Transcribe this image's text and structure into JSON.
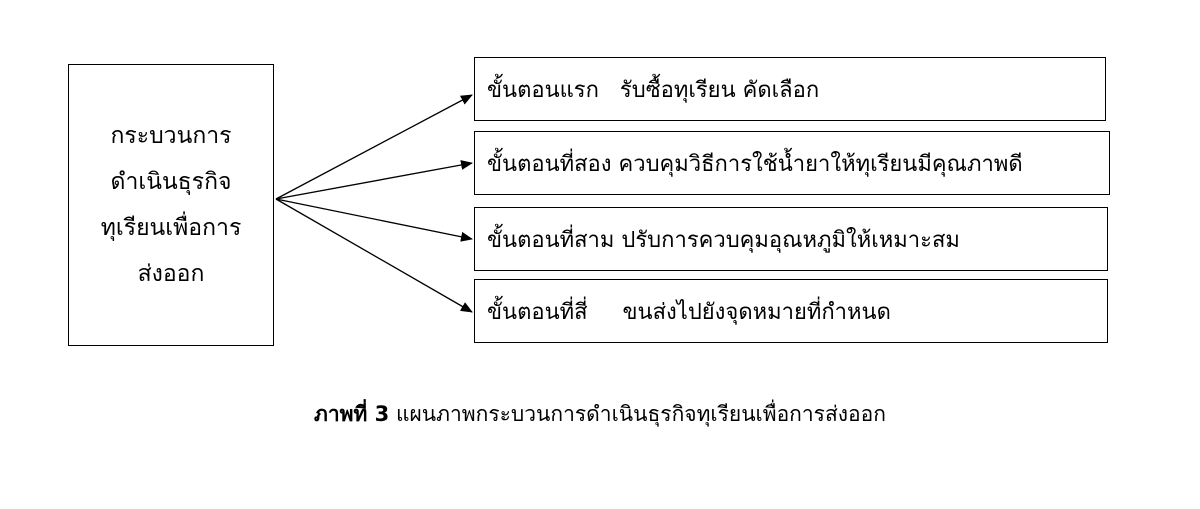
{
  "source": {
    "lines": [
      "กระบวนการ",
      "ดำเนินธุรกิจ",
      "ทุเรียนเพื่อการ",
      "ส่งออก"
    ]
  },
  "steps": [
    {
      "text": "ขั้นตอนแรก   รับซื้อทุเรียน คัดเลือก"
    },
    {
      "text": "ขั้นตอนที่สอง ควบคุมวิธีการใช้น้ำยาให้ทุเรียนมีคุณภาพดี"
    },
    {
      "text": "ขั้นตอนที่สาม ปรับการควบคุมอุณหภูมิให้เหมาะสม"
    },
    {
      "text": "ขั้นตอนที่สี่     ขนส่งไปยังจุดหมายที่กำหนด"
    }
  ],
  "caption": {
    "label": "ภาพที่ 3",
    "text": " แผนภาพกระบวนการดำเนินธุรกิจทุเรียนเพื่อการส่งออก"
  }
}
